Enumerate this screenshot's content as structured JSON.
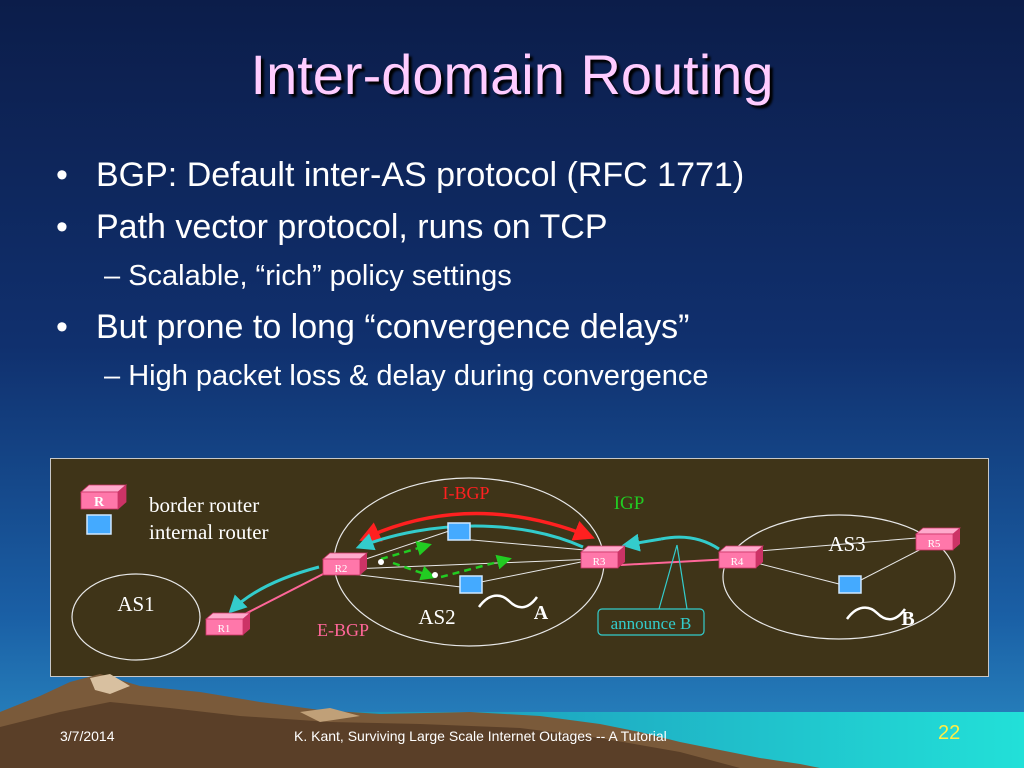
{
  "title": "Inter-domain Routing",
  "bullets": [
    {
      "level": 1,
      "marker": "•",
      "text": "BGP: Default inter-AS protocol (RFC 1771)"
    },
    {
      "level": 1,
      "marker": "•",
      "text": "Path vector protocol, runs on TCP"
    },
    {
      "level": 2,
      "marker": "–",
      "text": "Scalable, “rich” policy settings"
    },
    {
      "level": 1,
      "marker": "•",
      "text": "But prone to long “convergence delays”"
    },
    {
      "level": 2,
      "marker": "–",
      "text": "High packet loss & delay during convergence"
    }
  ],
  "diagram": {
    "legend": {
      "border_router_glyph": "R",
      "border_router_label": "border router",
      "internal_router_label": "internal router"
    },
    "as_labels": {
      "as1": "AS1",
      "as2": "AS2",
      "as3": "AS3"
    },
    "routers": {
      "r1": "R1",
      "r2": "R2",
      "r3": "R3",
      "r4": "R4",
      "r5": "R5"
    },
    "link_labels": {
      "ibgp": "I-BGP",
      "igp": "IGP",
      "ebgp": "E-BGP"
    },
    "callout": "announce B",
    "destinations": {
      "a": "A",
      "b": "B"
    },
    "colors": {
      "ibgp": "#ff2020",
      "igp": "#22cc22",
      "ebgp": "#ff6699",
      "session": "#33cccc",
      "router": "#ff77aa",
      "host": "#44aaff",
      "panel": "#3f3418"
    }
  },
  "footer": {
    "date": "3/7/2014",
    "center": "K. Kant, Surviving Large Scale Internet Outages -- A Tutorial",
    "page": "22"
  }
}
